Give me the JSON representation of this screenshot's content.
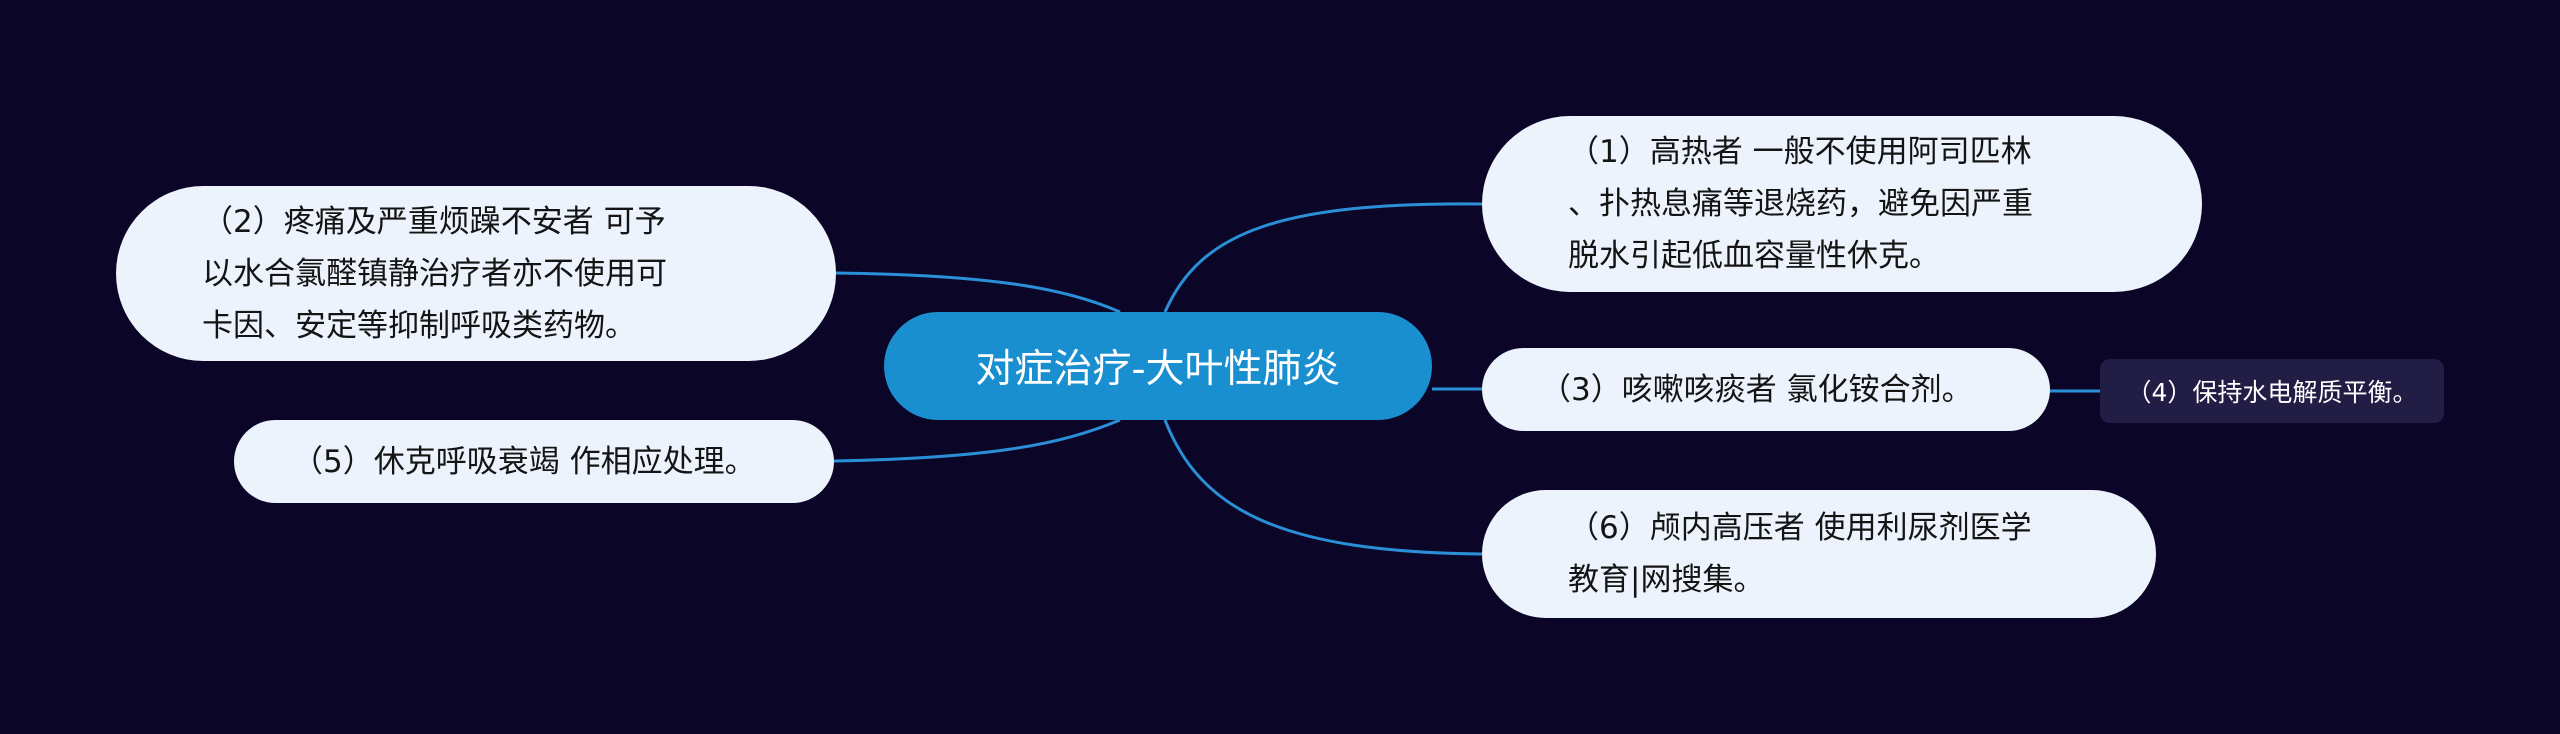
{
  "mindmap": {
    "root": {
      "label": "对症治疗-大叶性肺炎"
    },
    "nodes": [
      {
        "id": "n1",
        "label": "（1）高热者 一般不使用阿司匹林、扑热息痛等退烧药，避免因严重脱水引起低血容量性休克。",
        "lines": [
          "（1）高热者 一般不使用阿司匹林",
          "、扑热息痛等退烧药，避免因严重",
          "脱水引起低血容量性休克。"
        ]
      },
      {
        "id": "n2",
        "label": "（2）疼痛及严重烦躁不安者 可予以水合氯醛镇静治疗者亦不使用可卡因、安定等抑制呼吸类药物。",
        "lines": [
          "（2）疼痛及严重烦躁不安者 可予",
          "以水合氯醛镇静治疗者亦不使用可",
          "卡因、安定等抑制呼吸类药物。"
        ]
      },
      {
        "id": "n3",
        "label": "（3）咳嗽咳痰者 氯化铵合剂。"
      },
      {
        "id": "n4",
        "label": "（4）保持水电解质平衡。"
      },
      {
        "id": "n5",
        "label": "（5）休克呼吸衰竭 作相应处理。"
      },
      {
        "id": "n6",
        "label": "（6）颅内高压者 使用利尿剂医学教育|网搜集。",
        "lines": [
          "（6）颅内高压者 使用利尿剂医学",
          "教育|网搜集。"
        ]
      }
    ]
  },
  "colors": {
    "background": "#0b0528",
    "root_fill": "#1a8fcf",
    "topic_fill": "#edf3fc",
    "subtopic_fill": "#221d45",
    "connector": "#2a8fd6"
  }
}
